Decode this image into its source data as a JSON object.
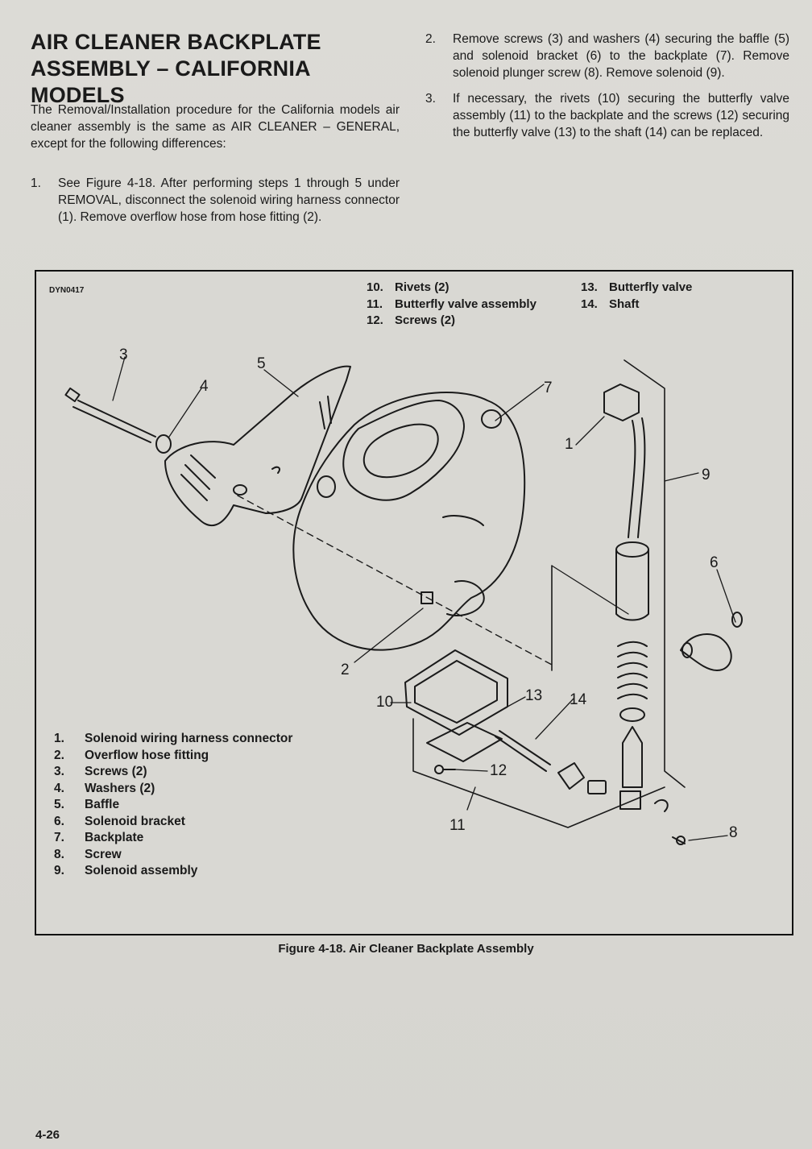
{
  "section_title": {
    "line1": "AIR CLEANER BACKPLATE",
    "line2": "ASSEMBLY – CALIFORNIA MODELS"
  },
  "intro_text": "The Removal/Installation procedure for the California models air cleaner assembly is the same as AIR CLEANER – GENERAL, except for the following differences:",
  "steps": [
    {
      "number": "1.",
      "text": "See Figure 4-18. After performing steps 1 through 5 under REMOVAL, disconnect the solenoid wiring harness connector (1). Remove overflow hose from hose fitting (2)."
    },
    {
      "number": "2.",
      "text": "Remove screws (3) and washers (4) securing the baffle (5) and solenoid bracket (6) to the backplate (7). Remove solenoid plunger screw (8). Remove solenoid (9)."
    },
    {
      "number": "3.",
      "text": "If necessary, the rivets (10) securing the butterfly valve assembly (11) to the backplate and the screws (12) securing the butterfly valve (13) to the shaft (14) can be replaced."
    }
  ],
  "figure": {
    "code": "DYN0417",
    "callouts": [
      {
        "number": "1.",
        "label": "Solenoid wiring harness connector"
      },
      {
        "number": "2.",
        "label": "Overflow hose fitting"
      },
      {
        "number": "3.",
        "label": "Screws (2)"
      },
      {
        "number": "4.",
        "label": "Washers (2)"
      },
      {
        "number": "5.",
        "label": "Baffle"
      },
      {
        "number": "6.",
        "label": "Solenoid bracket"
      },
      {
        "number": "7.",
        "label": "Backplate"
      },
      {
        "number": "8.",
        "label": "Screw"
      },
      {
        "number": "9.",
        "label": "Solenoid assembly"
      },
      {
        "number": "10.",
        "label": "Rivets (2)"
      },
      {
        "number": "11.",
        "label": "Butterfly valve assembly"
      },
      {
        "number": "12.",
        "label": "Screws (2)"
      },
      {
        "number": "13.",
        "label": "Butterfly valve"
      },
      {
        "number": "14.",
        "label": "Shaft"
      }
    ],
    "diagram_labels": [
      "1",
      "2",
      "3",
      "4",
      "5",
      "6",
      "7",
      "8",
      "9",
      "10",
      "11",
      "12",
      "13",
      "14"
    ],
    "caption": "Figure 4-18. Air Cleaner Backplate Assembly"
  },
  "page_number": "4-26"
}
